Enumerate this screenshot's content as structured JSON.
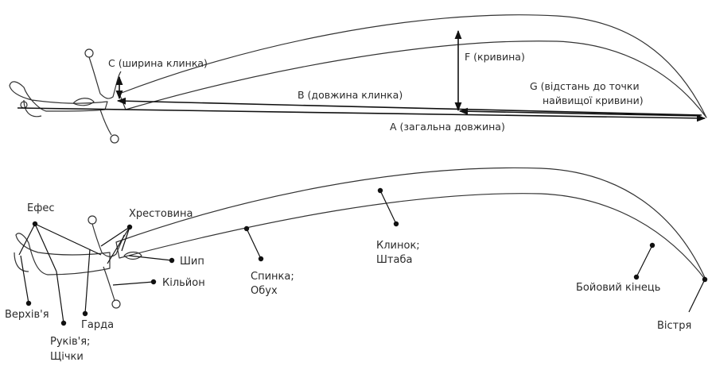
{
  "top_diagram": {
    "label_c": "C (ширина клинка)",
    "label_f": "F (кривина)",
    "label_b": "B (довжина клинка)",
    "label_g_line1": "G (відстань до точки",
    "label_g_line2": "найвищої кривини)",
    "label_a": "A (загальна довжина)"
  },
  "bottom_diagram": {
    "efes": "Ефес",
    "khrestovyna": "Хрестовина",
    "shyp": "Шип",
    "kilion": "Кільйон",
    "spynka_1": "Спинка;",
    "spynka_2": "Обух",
    "klynok_1": "Клинок;",
    "klynok_2": "Штаба",
    "boiovyi": "Бойовий кінець",
    "verkhivia": "Верхів'я",
    "garda": "Гарда",
    "rukivia_1": "Руків'я;",
    "rukivia_2": "Щічки",
    "vistria": "Вістря"
  }
}
